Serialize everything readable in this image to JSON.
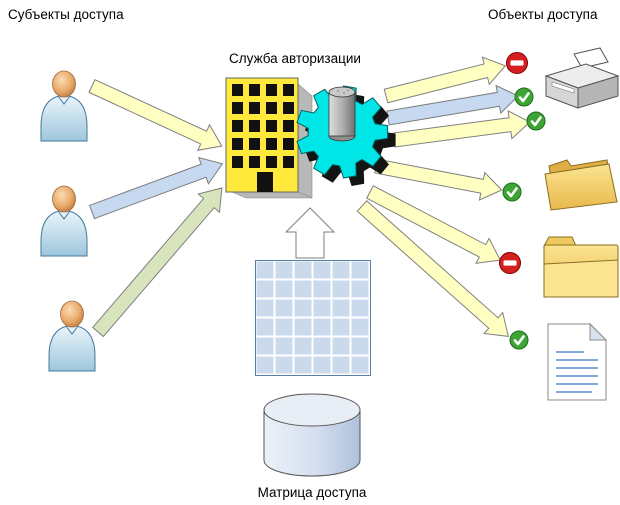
{
  "labels": {
    "subjects": "Субъекты доступа",
    "objects": "Объекты доступа",
    "service": "Служба авторизации",
    "matrix": "Матрица доступа"
  },
  "colors": {
    "arrow_yellow": "#FFFFC2",
    "arrow_blue": "#C6D9F1",
    "arrow_green": "#D7E4BC",
    "gear": "#00E6E6",
    "building": "#FFE93B",
    "matrix_cell": "#CBD9EC",
    "allowed_green": "#3DA435",
    "denied_red": "#D42020"
  },
  "matrix": {
    "rows": 6,
    "cols": 6
  },
  "icons": {
    "subjects": [
      "user-icon",
      "user-icon",
      "user-icon"
    ],
    "service": [
      "building-icon",
      "gear-icon"
    ],
    "objects": [
      "printer-icon",
      "open-folder-icon",
      "closed-folder-icon",
      "document-icon"
    ],
    "matrix": [
      "grid-icon",
      "database-icon"
    ]
  },
  "access_decisions": [
    {
      "object": "printer",
      "badges": [
        "denied",
        "allowed",
        "allowed"
      ]
    },
    {
      "object": "open-folder",
      "badges": [
        "allowed"
      ]
    },
    {
      "object": "closed-folder",
      "badges": [
        "denied"
      ]
    },
    {
      "object": "document",
      "badges": [
        "allowed"
      ]
    }
  ]
}
